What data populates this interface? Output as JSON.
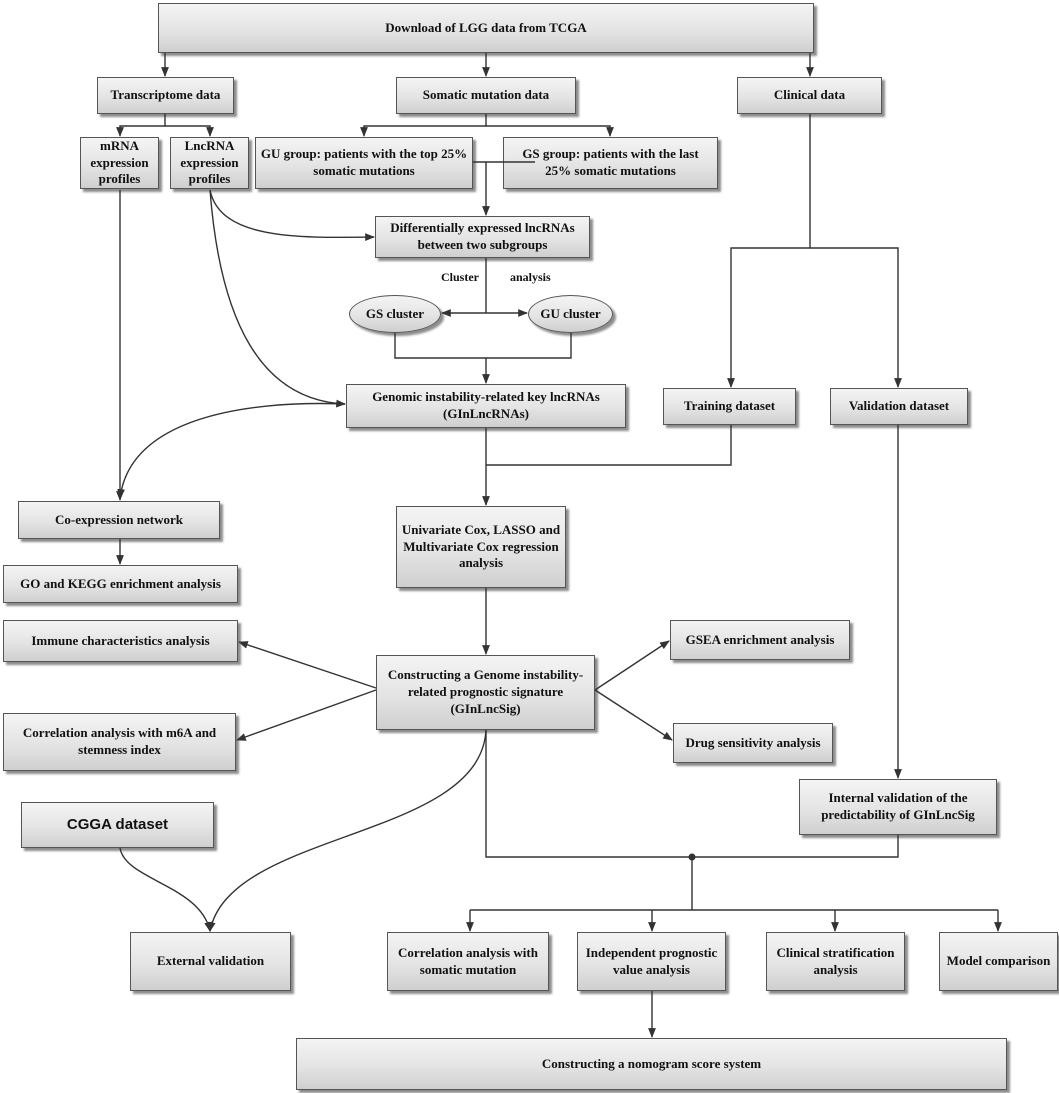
{
  "nodes": {
    "download": "Download of LGG data from TCGA",
    "transcriptome": "Transcriptome data",
    "somatic": "Somatic mutation data",
    "clinical": "Clinical data",
    "mrna": "mRNA expression profiles",
    "lncrna": "LncRNA expression profiles",
    "gu_group": "GU group: patients with the top 25% somatic mutations",
    "gs_group": "GS group: patients with the last 25% somatic mutations",
    "deg": "Differentially expressed lncRNAs between two subgroups",
    "gs_cluster": "GS cluster",
    "gu_cluster": "GU cluster",
    "ginlnc": "Genomic instability-related key lncRNAs (GInLncRNAs)",
    "training": "Training dataset",
    "validation": "Validation dataset",
    "coexp": "Co-expression network",
    "go_kegg": "GO and KEGG enrichment analysis",
    "cox": "Univariate Cox, LASSO and Multivariate Cox regression analysis",
    "immune": "Immune characteristics analysis",
    "signature": "Constructing a Genome instability-related prognostic signature (GInLncSig)",
    "gsea": "GSEA enrichment analysis",
    "drug": "Drug sensitivity analysis",
    "m6a": "Correlation analysis with m6A and stemness index",
    "internal": "Internal validation of the predictability of GInLncSig",
    "cgga": "CGGA dataset",
    "external": "External validation",
    "corr_somatic": "Correlation analysis with somatic mutation",
    "independent": "Independent prognostic value analysis",
    "stratification": "Clinical stratification analysis",
    "model": "Model comparison",
    "nomogram": "Constructing a nomogram score system"
  },
  "labels": {
    "cluster_left": "Cluster",
    "cluster_right": "analysis"
  },
  "colors": {
    "line": "#333333",
    "border": "#555555"
  }
}
